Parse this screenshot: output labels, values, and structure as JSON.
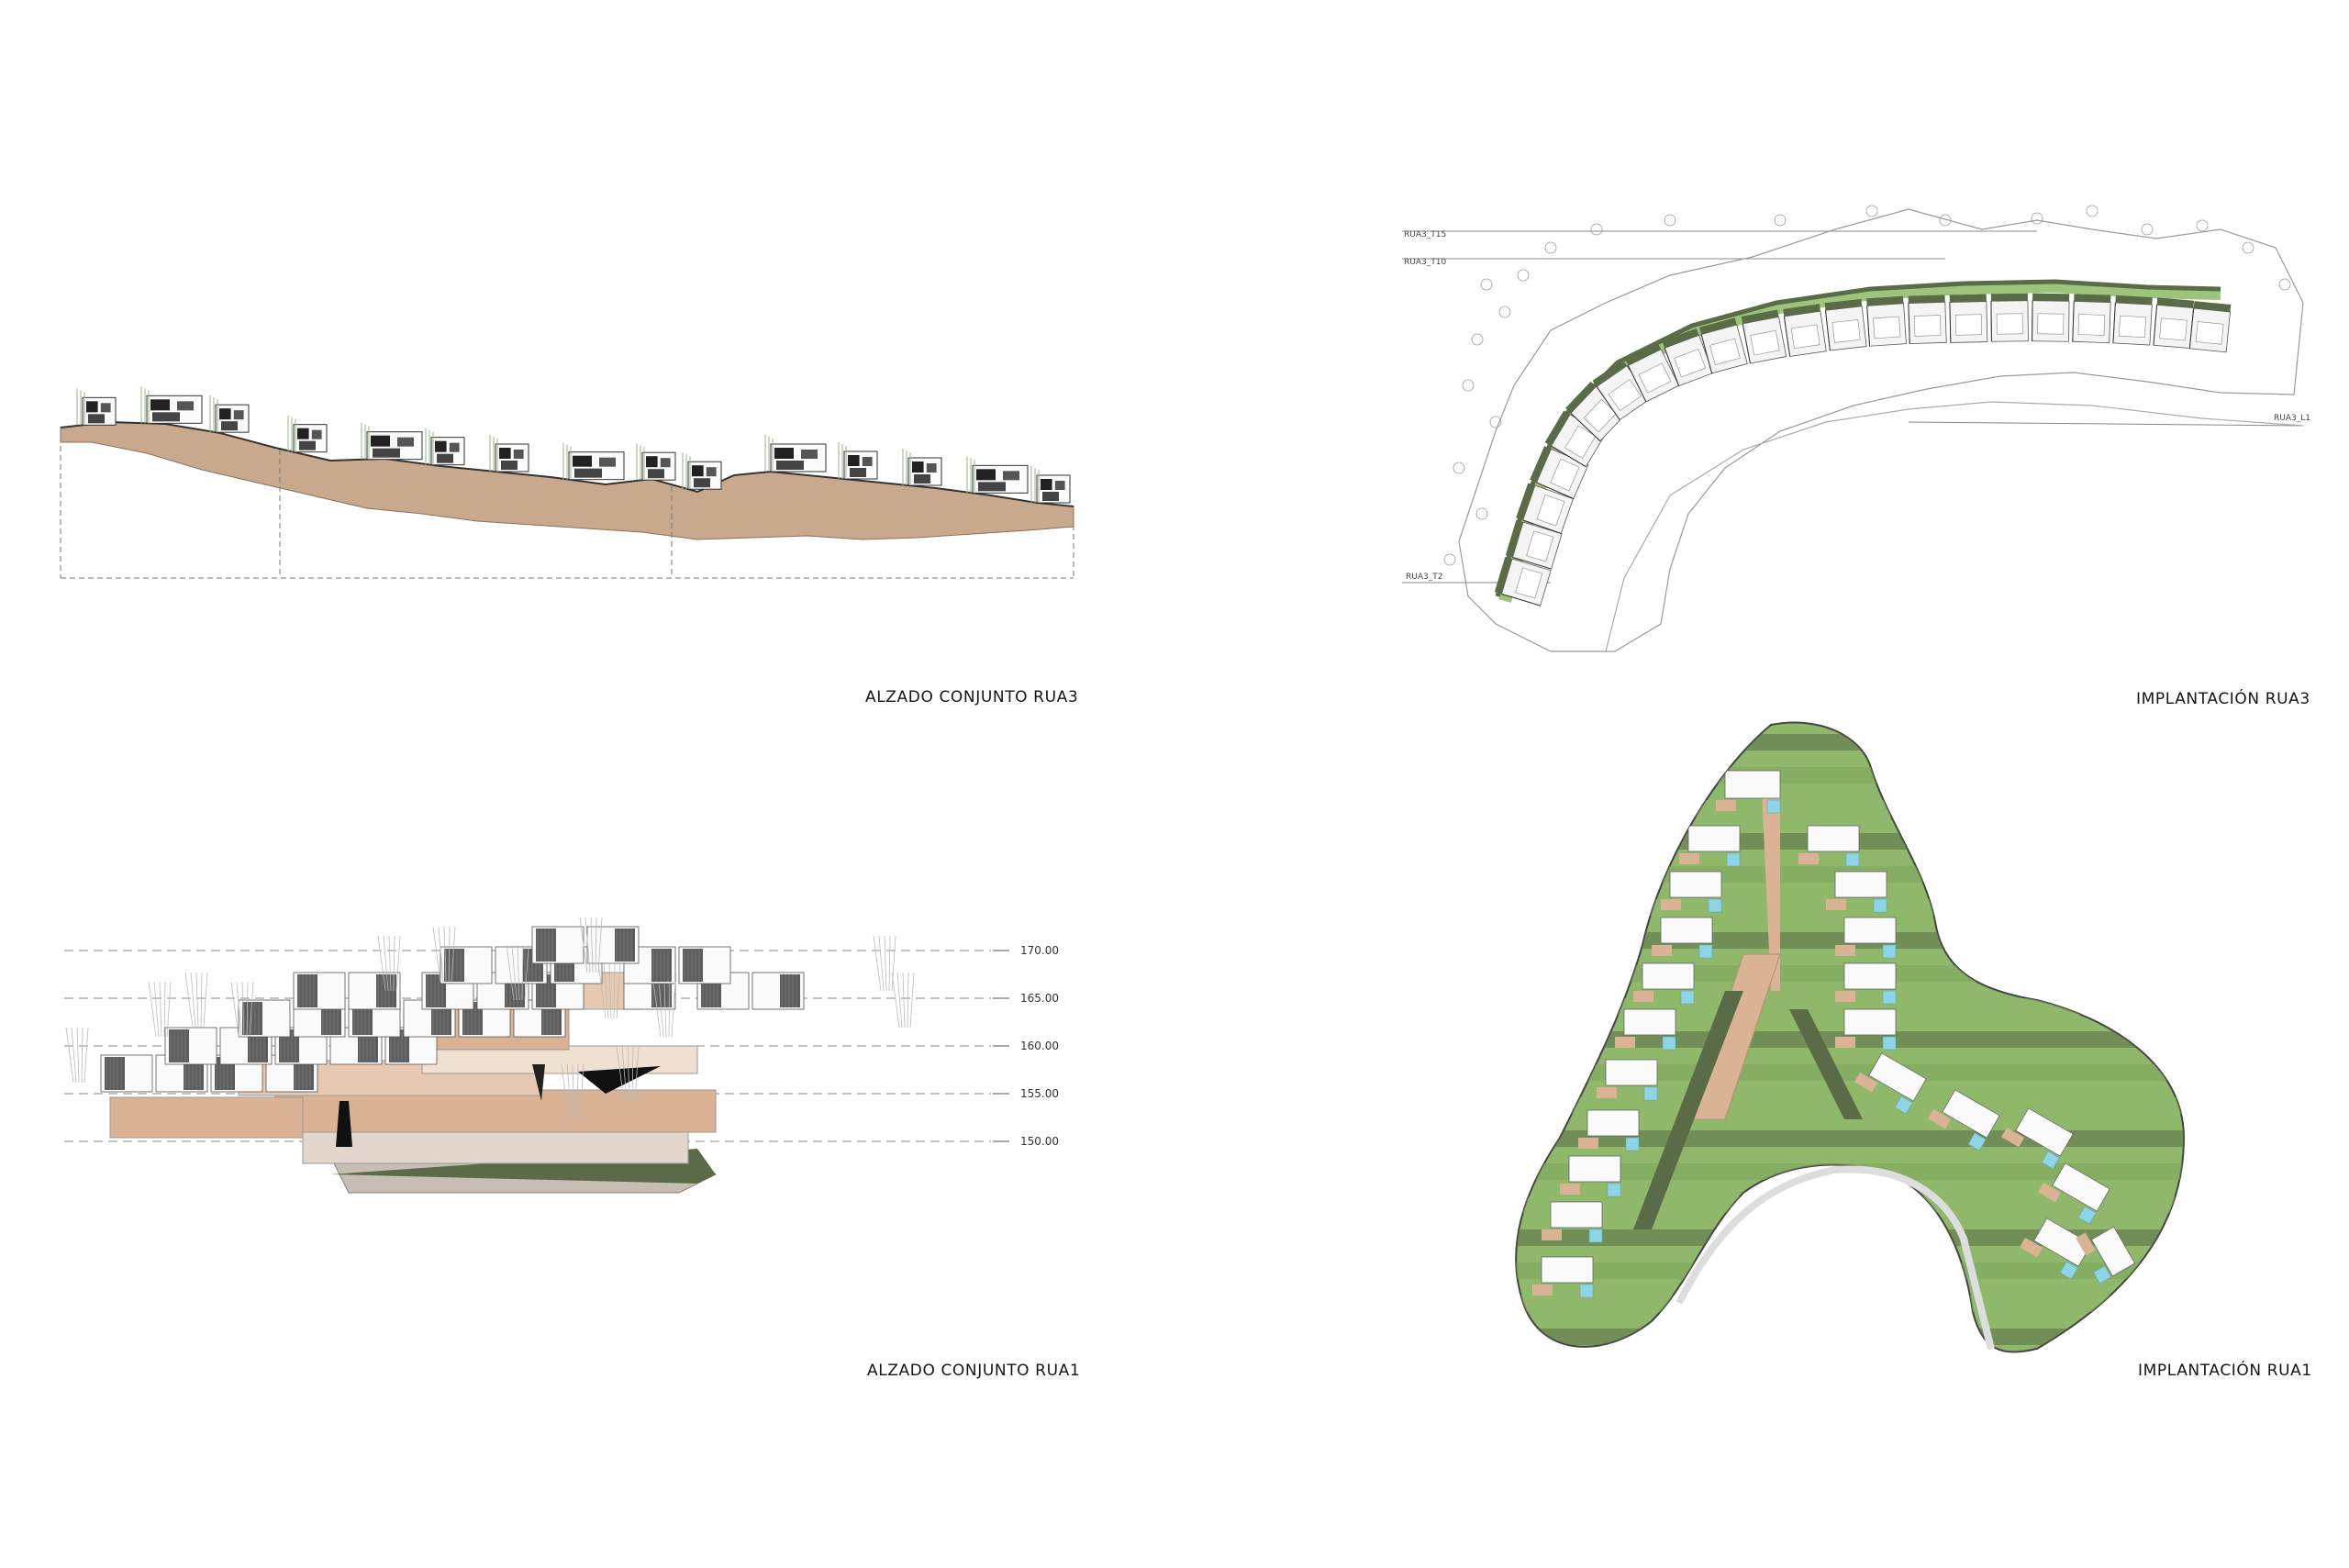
{
  "panels": {
    "elevation_rua3": {
      "caption": "ALZADO CONJUNTO RUA3"
    },
    "plan_rua3": {
      "caption": "IMPLANTACIÓN RUA3",
      "labels": {
        "t15": "RUA3_T15",
        "t10": "RUA3_T10",
        "t2": "RUA3_T2",
        "l1": "RUA3_L1"
      }
    },
    "elevation_rua1": {
      "caption": "ALZADO CONJUNTO RUA1",
      "levels": [
        "170.00",
        "165.00",
        "160.00",
        "155.00",
        "150.00"
      ]
    },
    "plan_rua1": {
      "caption": "IMPLANTACIÓN RUA1"
    }
  },
  "colors": {
    "terrain": "#c9a98e",
    "grass": "#8fb86a",
    "dark_grass": "#5a6b47",
    "wood": "#d9b394",
    "pool": "#8fd3e6",
    "facade_dark": "#5c5c5c"
  }
}
